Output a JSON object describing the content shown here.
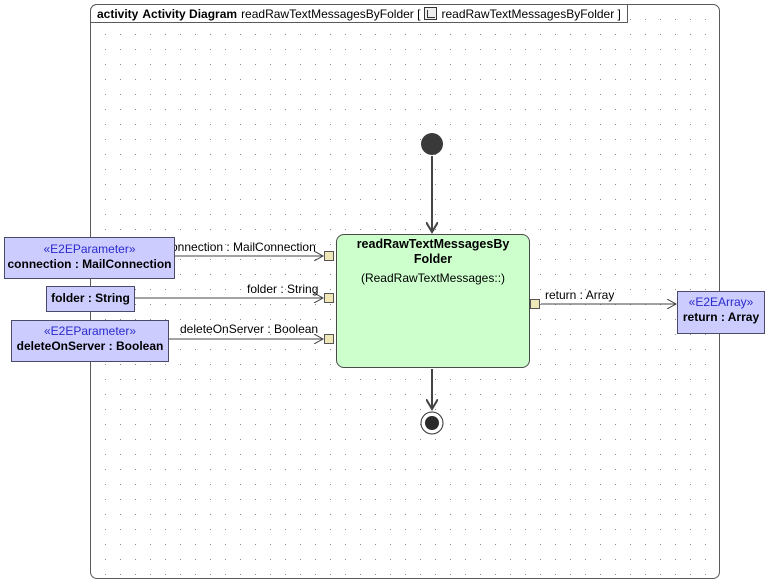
{
  "frame": {
    "kind": "activity",
    "type_name": "Activity Diagram",
    "diagram_name": "readRawTextMessagesByFolder [",
    "behavior_name": "readRawTextMessagesByFolder ]",
    "diagram_icon": "diagram-icon"
  },
  "action": {
    "title": "readRawTextMessagesByFolder",
    "behavior": "(ReadRawTextMessages::)"
  },
  "inputs": [
    {
      "stereotype": "«E2EParameter»",
      "name": "connection : MailConnection",
      "flow_label": "connection : MailConnection"
    },
    {
      "stereotype": "",
      "name": "folder : String",
      "flow_label": "folder : String"
    },
    {
      "stereotype": "«E2EParameter»",
      "name": "deleteOnServer : Boolean",
      "flow_label": "deleteOnServer : Boolean"
    }
  ],
  "output": {
    "stereotype": "«E2EArray»",
    "name": "return : Array",
    "flow_label": "return : Array"
  },
  "colors": {
    "parameter_fill": "#ccccff",
    "stereotype_text": "#2a2acc",
    "action_fill": "#ccffcc",
    "pin_fill": "#f0e7b8",
    "node_fill": "#3a3a3a"
  }
}
